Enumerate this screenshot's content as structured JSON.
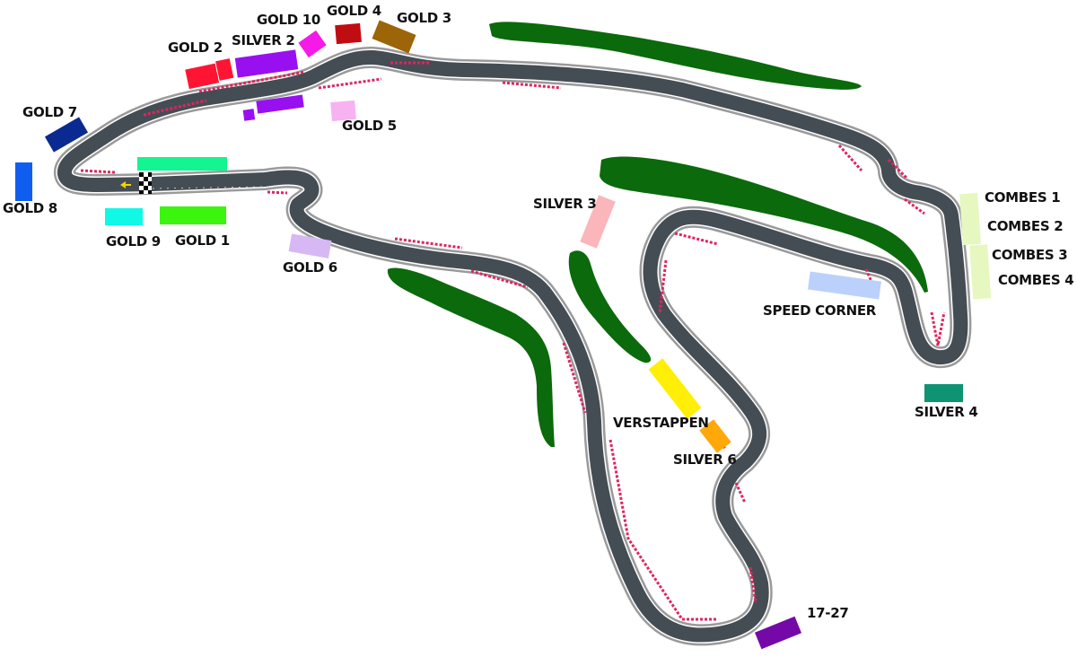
{
  "map": {
    "colors": {
      "background": "#ffffff",
      "track_asphalt": "#454d54",
      "track_border": "#9a9a9a",
      "track_line": "#ffffff",
      "kerb": "#e0245e",
      "forest": "#0b6a0b",
      "start_arrow": "#f5d000"
    },
    "grandstands": [
      {
        "id": "gold-1",
        "label": "GOLD 1",
        "color": "#3cf50e"
      },
      {
        "id": "gold-2",
        "label": "GOLD 2",
        "color": "#ff1533"
      },
      {
        "id": "gold-3",
        "label": "GOLD 3",
        "color": "#9b6508"
      },
      {
        "id": "gold-4",
        "label": "GOLD 4",
        "color": "#c00d12"
      },
      {
        "id": "gold-5",
        "label": "GOLD 5",
        "color": "#f7b2f2"
      },
      {
        "id": "gold-6",
        "label": "GOLD 6",
        "color": "#d7b8f5"
      },
      {
        "id": "gold-7",
        "label": "GOLD 7",
        "color": "#0a2a92"
      },
      {
        "id": "gold-8",
        "label": "GOLD 8",
        "color": "#0f5ef0"
      },
      {
        "id": "gold-9",
        "label": "GOLD 9",
        "color": "#10f8e6"
      },
      {
        "id": "gold-10",
        "label": "GOLD 10",
        "color": "#f51ae8"
      },
      {
        "id": "silver-2",
        "label": "SILVER 2",
        "color": "#9810f0"
      },
      {
        "id": "silver-3",
        "label": "SILVER 3",
        "color": "#fbb6bb"
      },
      {
        "id": "silver-4",
        "label": "SILVER 4",
        "color": "#0e9472"
      },
      {
        "id": "silver-6",
        "label": "SILVER 6",
        "color": "#ffa80a"
      },
      {
        "id": "verstappen",
        "label": "VERSTAPPEN",
        "color": "#ffee05"
      },
      {
        "id": "speed-corner",
        "label": "SPEED CORNER",
        "color": "#bcd0fc"
      },
      {
        "id": "combes-1",
        "label": "COMBES 1",
        "color": "#e6f7c0"
      },
      {
        "id": "combes-2",
        "label": "COMBES 2",
        "color": "#e6f7c0"
      },
      {
        "id": "combes-3",
        "label": "COMBES 3",
        "color": "#e6f7c0"
      },
      {
        "id": "combes-4",
        "label": "COMBES 4",
        "color": "#e6f7c0"
      },
      {
        "id": "17-27",
        "label": "17-27",
        "color": "#7509a8"
      },
      {
        "id": "main-straight-north",
        "label": "",
        "color": "#12f590"
      }
    ],
    "icons": {
      "start_finish": "checkered-flag",
      "direction": "arrow-left"
    }
  }
}
